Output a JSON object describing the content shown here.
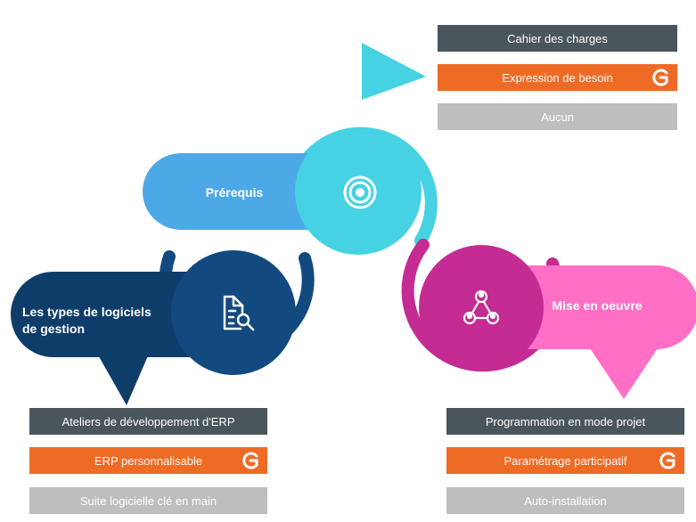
{
  "colors": {
    "cyan": "#46d2e3",
    "blue_light": "#4da9e6",
    "navy": "#124a80",
    "navy_dark": "#0f3d6a",
    "magenta": "#c42b93",
    "pink": "#ff6fc5",
    "bar_dark": "#4a555c",
    "bar_orange": "#ed6b25",
    "bar_grey": "#bdbec0"
  },
  "nodes": {
    "prerequis": {
      "label": "Prérequis",
      "icon": "target-icon"
    },
    "types": {
      "line1": "Les types de logiciels",
      "line2": "de gestion",
      "icon": "document-search-icon"
    },
    "mise": {
      "label": "Mise en oeuvre",
      "icon": "network-people-icon"
    }
  },
  "top_options": {
    "item1": "Cahier des charges",
    "item2": "Expression de besoin",
    "item3": "Aucun"
  },
  "left_options": {
    "item1": "Ateliers de développement d'ERP",
    "item2": "ERP personnalisable",
    "item3": "Suite logicielle clé en main"
  },
  "right_options": {
    "item1": "Programmation en mode projet",
    "item2": "Paramétrage participatif",
    "item3": "Auto-installation"
  }
}
